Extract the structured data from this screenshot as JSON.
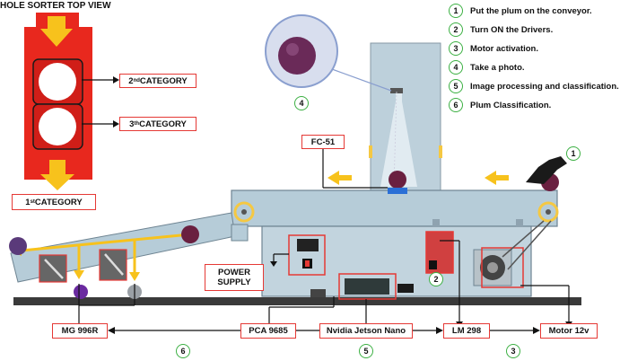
{
  "title": "HOLE SORTER TOP VIEW",
  "categories": {
    "second": {
      "num": "2",
      "sup": "nd",
      "rest": " CATEGORY"
    },
    "third": {
      "num": "3",
      "sup": "th",
      "rest": " CATEGORY"
    },
    "first": {
      "num": "1",
      "sup": "st",
      "rest": " CATEGORY"
    }
  },
  "steps": [
    {
      "num": "1",
      "text": "Put the plum on the conveyor."
    },
    {
      "num": "2",
      "text": "Turn ON the Drivers."
    },
    {
      "num": "3",
      "text": "Motor activation."
    },
    {
      "num": "4",
      "text": "Take a photo."
    },
    {
      "num": "5",
      "text": "Image processing and classification."
    },
    {
      "num": "6",
      "text": "Plum Classification."
    }
  ],
  "labels": {
    "fc51": "FC-51",
    "power_supply_line1": "POWER",
    "power_supply_line2": "SUPPLY",
    "mg996r": "MG 996R",
    "pca9685": "PCA 9685",
    "jetson": "Nvidia Jetson Nano",
    "lm298": "LM 298",
    "motor": "Motor 12v"
  },
  "markers": {
    "m1": "1",
    "m2": "2",
    "m3": "3",
    "m4": "4",
    "m5": "5",
    "m6": "6"
  },
  "colors": {
    "sorter_red": "#e8281e",
    "arrow_yellow": "#f7c21c",
    "box_border": "#e53935",
    "step_circle": "#3cb043",
    "machine_blue": "#b6ccd8",
    "plum": "#6a2040"
  }
}
